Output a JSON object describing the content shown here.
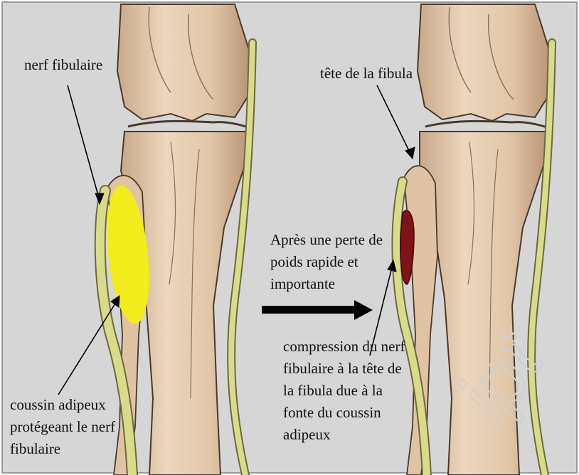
{
  "colors": {
    "background": "#d6d6d6",
    "bone": "#e3c9ad",
    "bone_shadow": "#b8957a",
    "nerve": "#d9db8c",
    "nerve_edge": "#6e6a3c",
    "fat_pad": "#f1ec1a",
    "compression": "#7d1418",
    "arrow": "#000000",
    "text": "#111111"
  },
  "labels": {
    "nerve": "nerf fibulaire",
    "fibula_head": "tête de la fibula",
    "fat_pad": [
      "coussin adipeux",
      "protégeant le nerf",
      "fibulaire"
    ],
    "weight_loss": [
      "Après une perte de",
      "poids rapide et",
      "importante"
    ],
    "compression": [
      "compression du nerf",
      "fibulaire à la tête de",
      "la fibula due à la",
      "fonte du coussin",
      "adipeux"
    ]
  },
  "watermark": "ipt"
}
